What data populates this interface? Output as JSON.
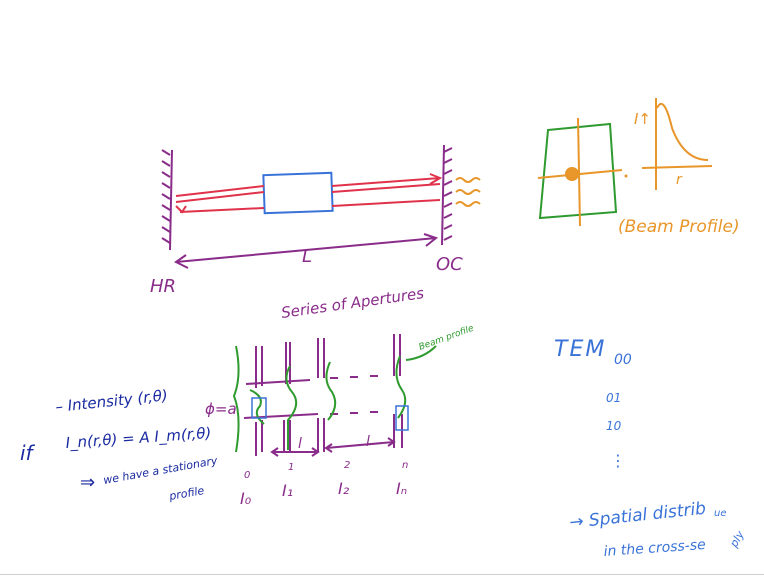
{
  "colors": {
    "red": "#e0324a",
    "blue": "#3a73d8",
    "purple": "#8a2c8a",
    "green": "#2f9a2f",
    "orange": "#e8962a",
    "ink": "#1a2aa0"
  },
  "labels": {
    "hr": "HR",
    "oc": "OC",
    "length_l": "L",
    "beam_profile": "(Beam Profile)",
    "intensity_axis": "I↑",
    "radius_axis": "r",
    "series_of_apertures": "Series of Apertures",
    "beam_profile_small": "Beam profile",
    "phi_a": "ϕ=a",
    "spacing_l1": "l",
    "spacing_l2": "l",
    "tem": "TEM",
    "tem_sub": "00",
    "mode_01": "01",
    "mode_10": "10",
    "mode_dots": "⋮",
    "spatial_line1": "→ Spatial distrib",
    "spatial_sup": "ue",
    "spatial_line2": "in the cross-se",
    "spatial_end": "ply",
    "if": "if",
    "intensity_line": "– Intensity (r,θ)",
    "equation": "I_n(r,θ) = A I_m(r,θ)",
    "implies": "⇒",
    "stationary_line1": "we have a stationary",
    "stationary_line2": "profile",
    "ap_idx_0": "0",
    "ap_idx_1": "1",
    "ap_idx_2": "2",
    "ap_idx_n": "n",
    "I0": "I₀",
    "I1": "I₁",
    "I2": "I₂",
    "In": "Iₙ"
  }
}
